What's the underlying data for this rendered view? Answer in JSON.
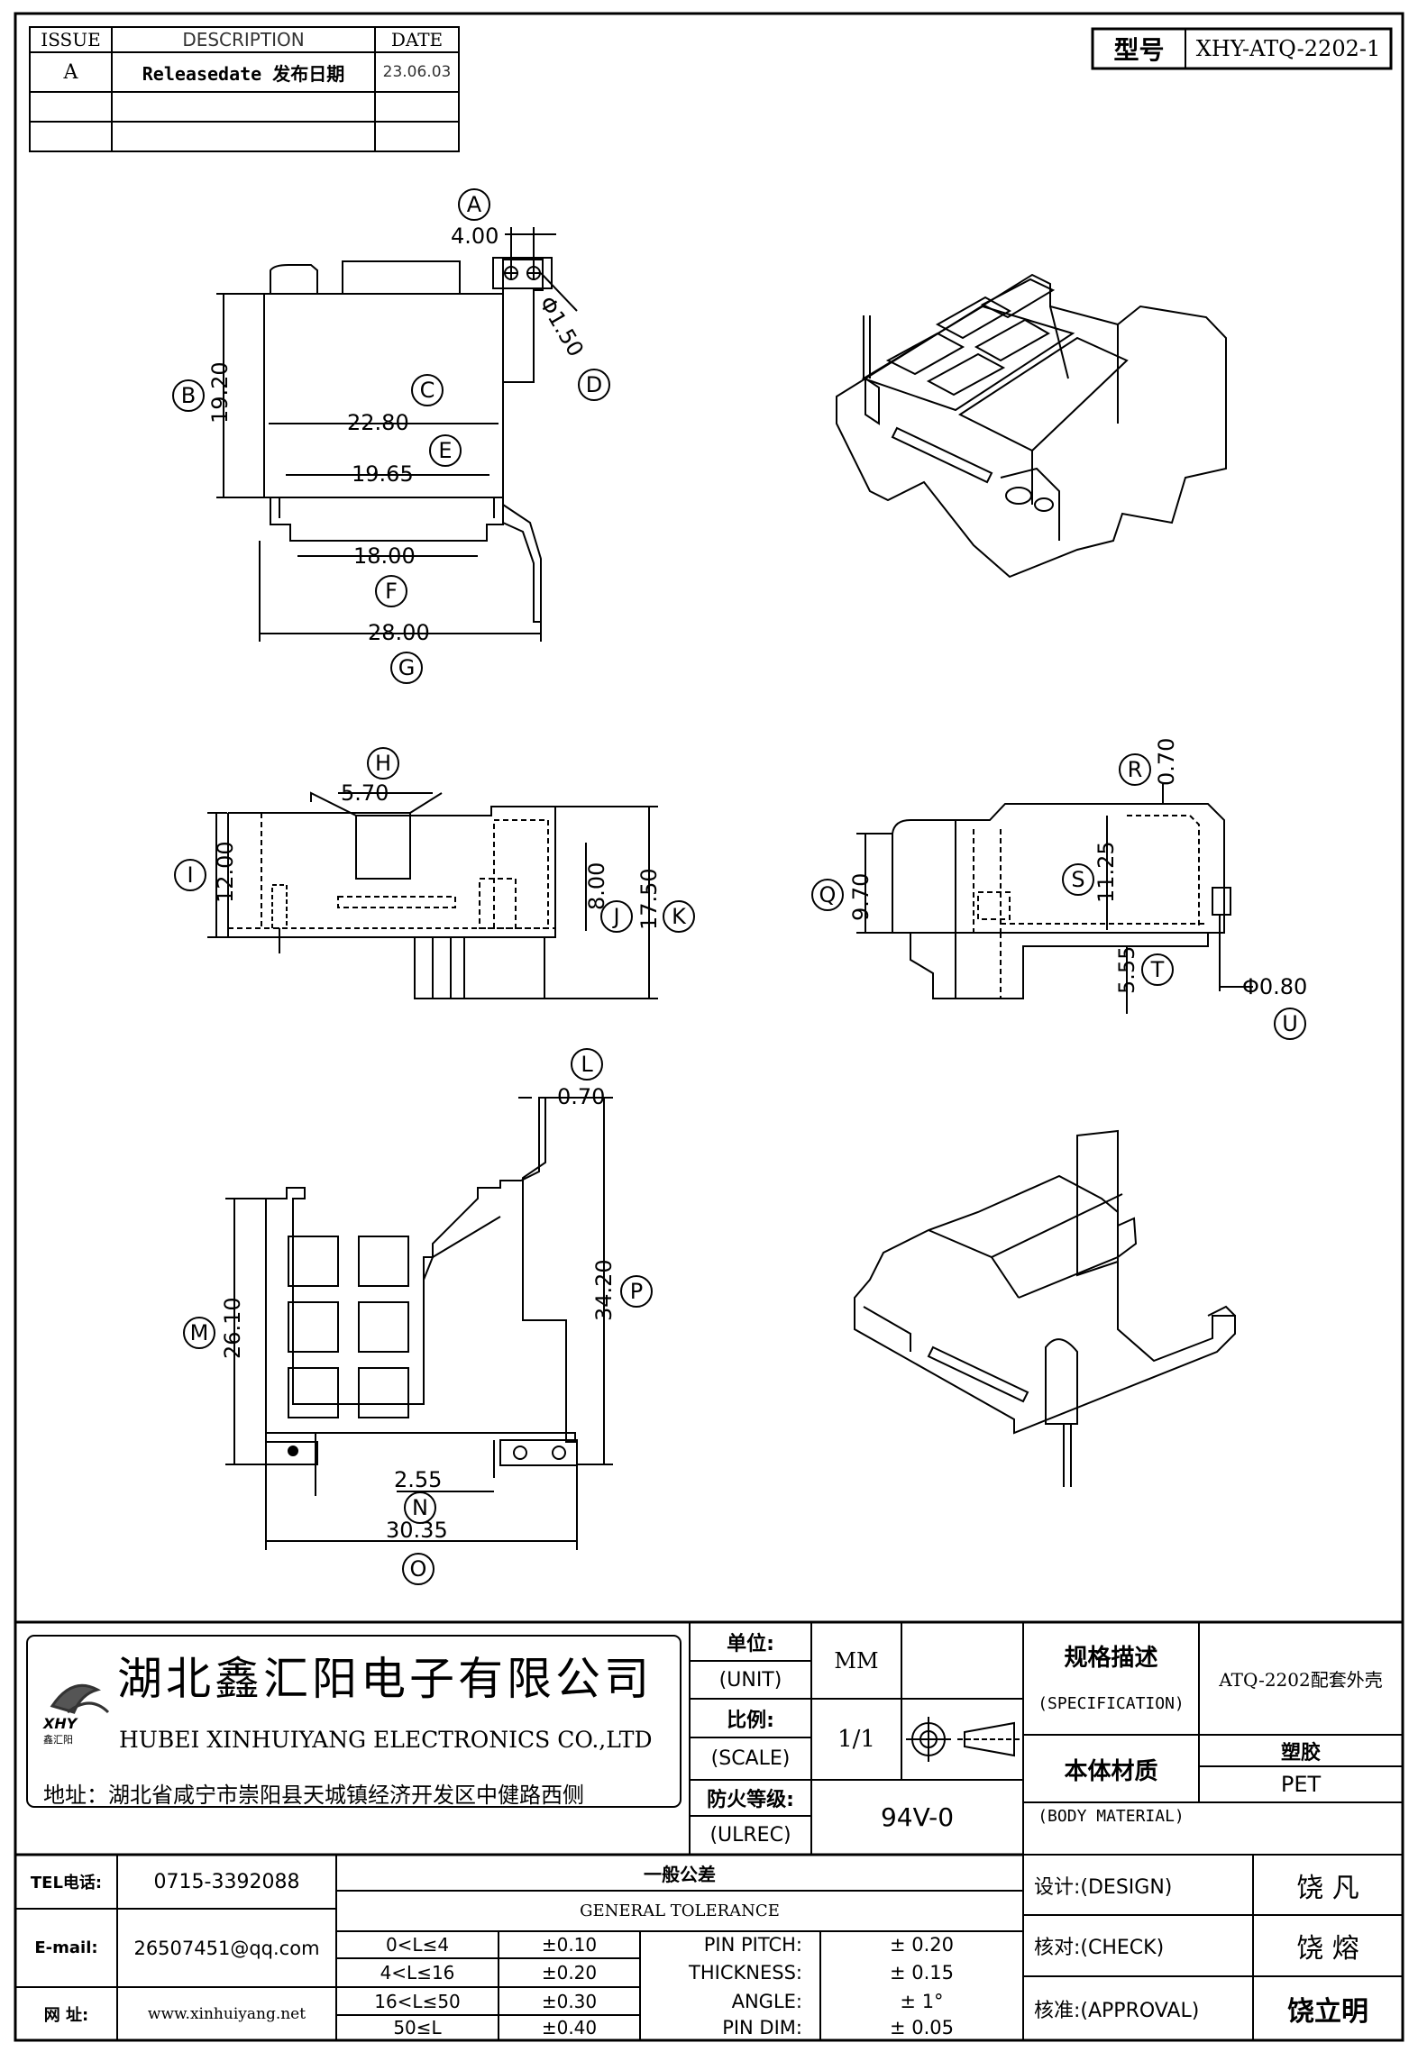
{
  "revision": {
    "headers": {
      "issue": "ISSUE",
      "description": "DESCRIPTION",
      "date": "DATE"
    },
    "rows": [
      {
        "issue": "A",
        "description": "Releasedate 发布日期",
        "date": "23.06.03"
      }
    ]
  },
  "model": {
    "label": "型号",
    "value": "XHY-ATQ-2202-1"
  },
  "dimensions": {
    "A": "4.00",
    "phi_pin": "Φ1.50",
    "B": "19.20",
    "C": "22.80",
    "E": "19.65",
    "F": "18.00",
    "G": "28.00",
    "H": "5.70",
    "I": "12.00",
    "J": "8.00",
    "K": "17.50",
    "R": "0.70",
    "Q": "9.70",
    "S": "11.25",
    "T": "5.55",
    "U": "Φ0.80",
    "L": "0.70",
    "M": "26.10",
    "P": "34.20",
    "N": "2.55",
    "O": "30.35"
  },
  "callouts": [
    "A",
    "B",
    "C",
    "D",
    "E",
    "F",
    "G",
    "H",
    "I",
    "J",
    "K",
    "L",
    "M",
    "N",
    "O",
    "P",
    "Q",
    "R",
    "S",
    "T",
    "U"
  ],
  "company": {
    "name_cn": "湖北鑫汇阳电子有限公司",
    "name_en": "HUBEI XINHUIYANG ELECTRONICS CO.,LTD",
    "address": "地址：湖北省咸宁市崇阳县天城镇经济开发区中健路西侧",
    "logo_text": "XHY",
    "logo_sub": "鑫汇阳"
  },
  "title_block": {
    "unit_label_cn": "单位:",
    "unit_label_en": "(UNIT)",
    "unit_value": "MM",
    "scale_label_cn": "比例:",
    "scale_label_en": "(SCALE)",
    "scale_value": "1/1",
    "fire_label_cn": "防火等级:",
    "fire_label_en": "(ULREC)",
    "fire_value": "94V-0",
    "spec_label_cn": "规格描述",
    "spec_label_en": "(SPECIFICATION)",
    "spec_value": "ATQ-2202配套外壳",
    "material_label_cn": "本体材质",
    "material_label_en": "(BODY MATERIAL)",
    "material_value_cn": "塑胶",
    "material_value_en": "PET"
  },
  "contact": {
    "tel_label": "TEL电话:",
    "tel": "0715-3392088",
    "email_label": "E-mail:",
    "email": "26507451@qq.com",
    "web_label": "网  址:",
    "web": "www.xinhuiyang.net"
  },
  "tolerance": {
    "title_cn": "一般公差",
    "title_en": "GENERAL TOLERANCE",
    "rows": [
      {
        "range": "0<L≤4",
        "tol": "±0.10",
        "item": "PIN PITCH:",
        "val": "± 0.20"
      },
      {
        "range": "4<L≤16",
        "tol": "±0.20",
        "item": "THICKNESS:",
        "val": "± 0.15"
      },
      {
        "range": "16<L≤50",
        "tol": "±0.30",
        "item": "ANGLE:",
        "val": "± 1°"
      },
      {
        "range": "50≤L",
        "tol": "±0.40",
        "item": "PIN DIM:",
        "val": "± 0.05"
      }
    ]
  },
  "signoff": [
    {
      "label": "设计:(DESIGN)",
      "name": "饶  凡"
    },
    {
      "label": "核对:(CHECK)",
      "name": "饶  熔"
    },
    {
      "label": "核准:(APPROVAL)",
      "name": "饶立明"
    }
  ]
}
